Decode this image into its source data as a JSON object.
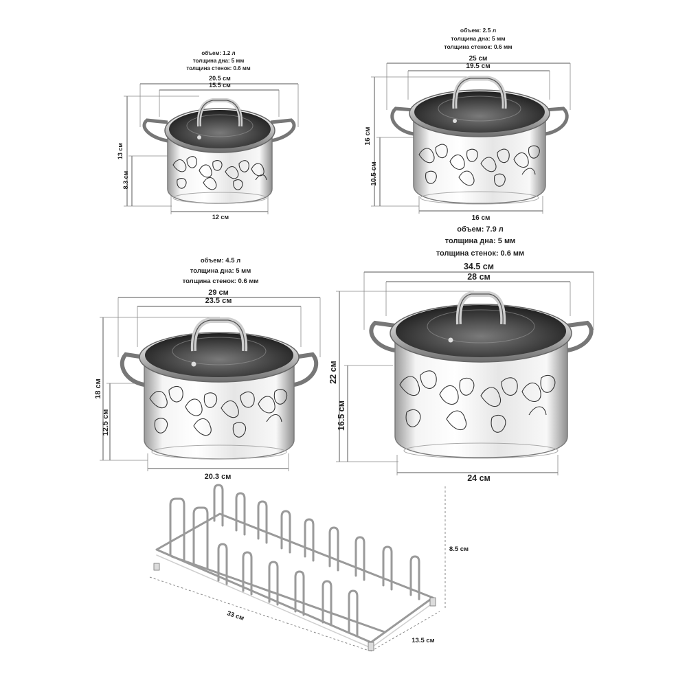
{
  "colors": {
    "line": "#555555",
    "text": "#222222",
    "steel_light": "#f2f2f2",
    "steel_dark": "#8a8a8a",
    "glass": "#3c3c3c"
  },
  "pots": [
    {
      "specs": {
        "volume": "объем: 1.2 л",
        "bottom": "толщина дна: 5 мм",
        "wall": "толщина стенок: 0.6 мм"
      },
      "dims": {
        "outer_width": "20.5 см",
        "inner_width": "15.5 см",
        "height": "13 см",
        "body_height": "8.3 см",
        "bottom_width": "12 см"
      }
    },
    {
      "specs": {
        "volume": "объем: 2.5 л",
        "bottom": "толщина дна: 5 мм",
        "wall": "толщина стенок: 0.6 мм"
      },
      "dims": {
        "outer_width": "25 см",
        "inner_width": "19.5 см",
        "height": "16 см",
        "body_height": "10.5 см",
        "bottom_width": "16 см"
      }
    },
    {
      "specs": {
        "volume": "объем: 4.5 л",
        "bottom": "толщина дна: 5 мм",
        "wall": "толщина стенок: 0.6 мм"
      },
      "dims": {
        "outer_width": "29 см",
        "inner_width": "23.5 см",
        "height": "18 см",
        "body_height": "12.5 см",
        "bottom_width": "20.3 см"
      }
    },
    {
      "specs": {
        "volume": "объем: 7.9 л",
        "bottom": "толщина дна: 5 мм",
        "wall": "толщина стенок: 0.6 мм"
      },
      "dims": {
        "outer_width": "34.5 см",
        "inner_width": "28 см",
        "height": "22 см",
        "body_height": "16.5 см",
        "bottom_width": "24 см"
      }
    }
  ],
  "rack": {
    "dims": {
      "length": "33 см",
      "depth": "13.5 см",
      "height": "8.5 см"
    }
  }
}
